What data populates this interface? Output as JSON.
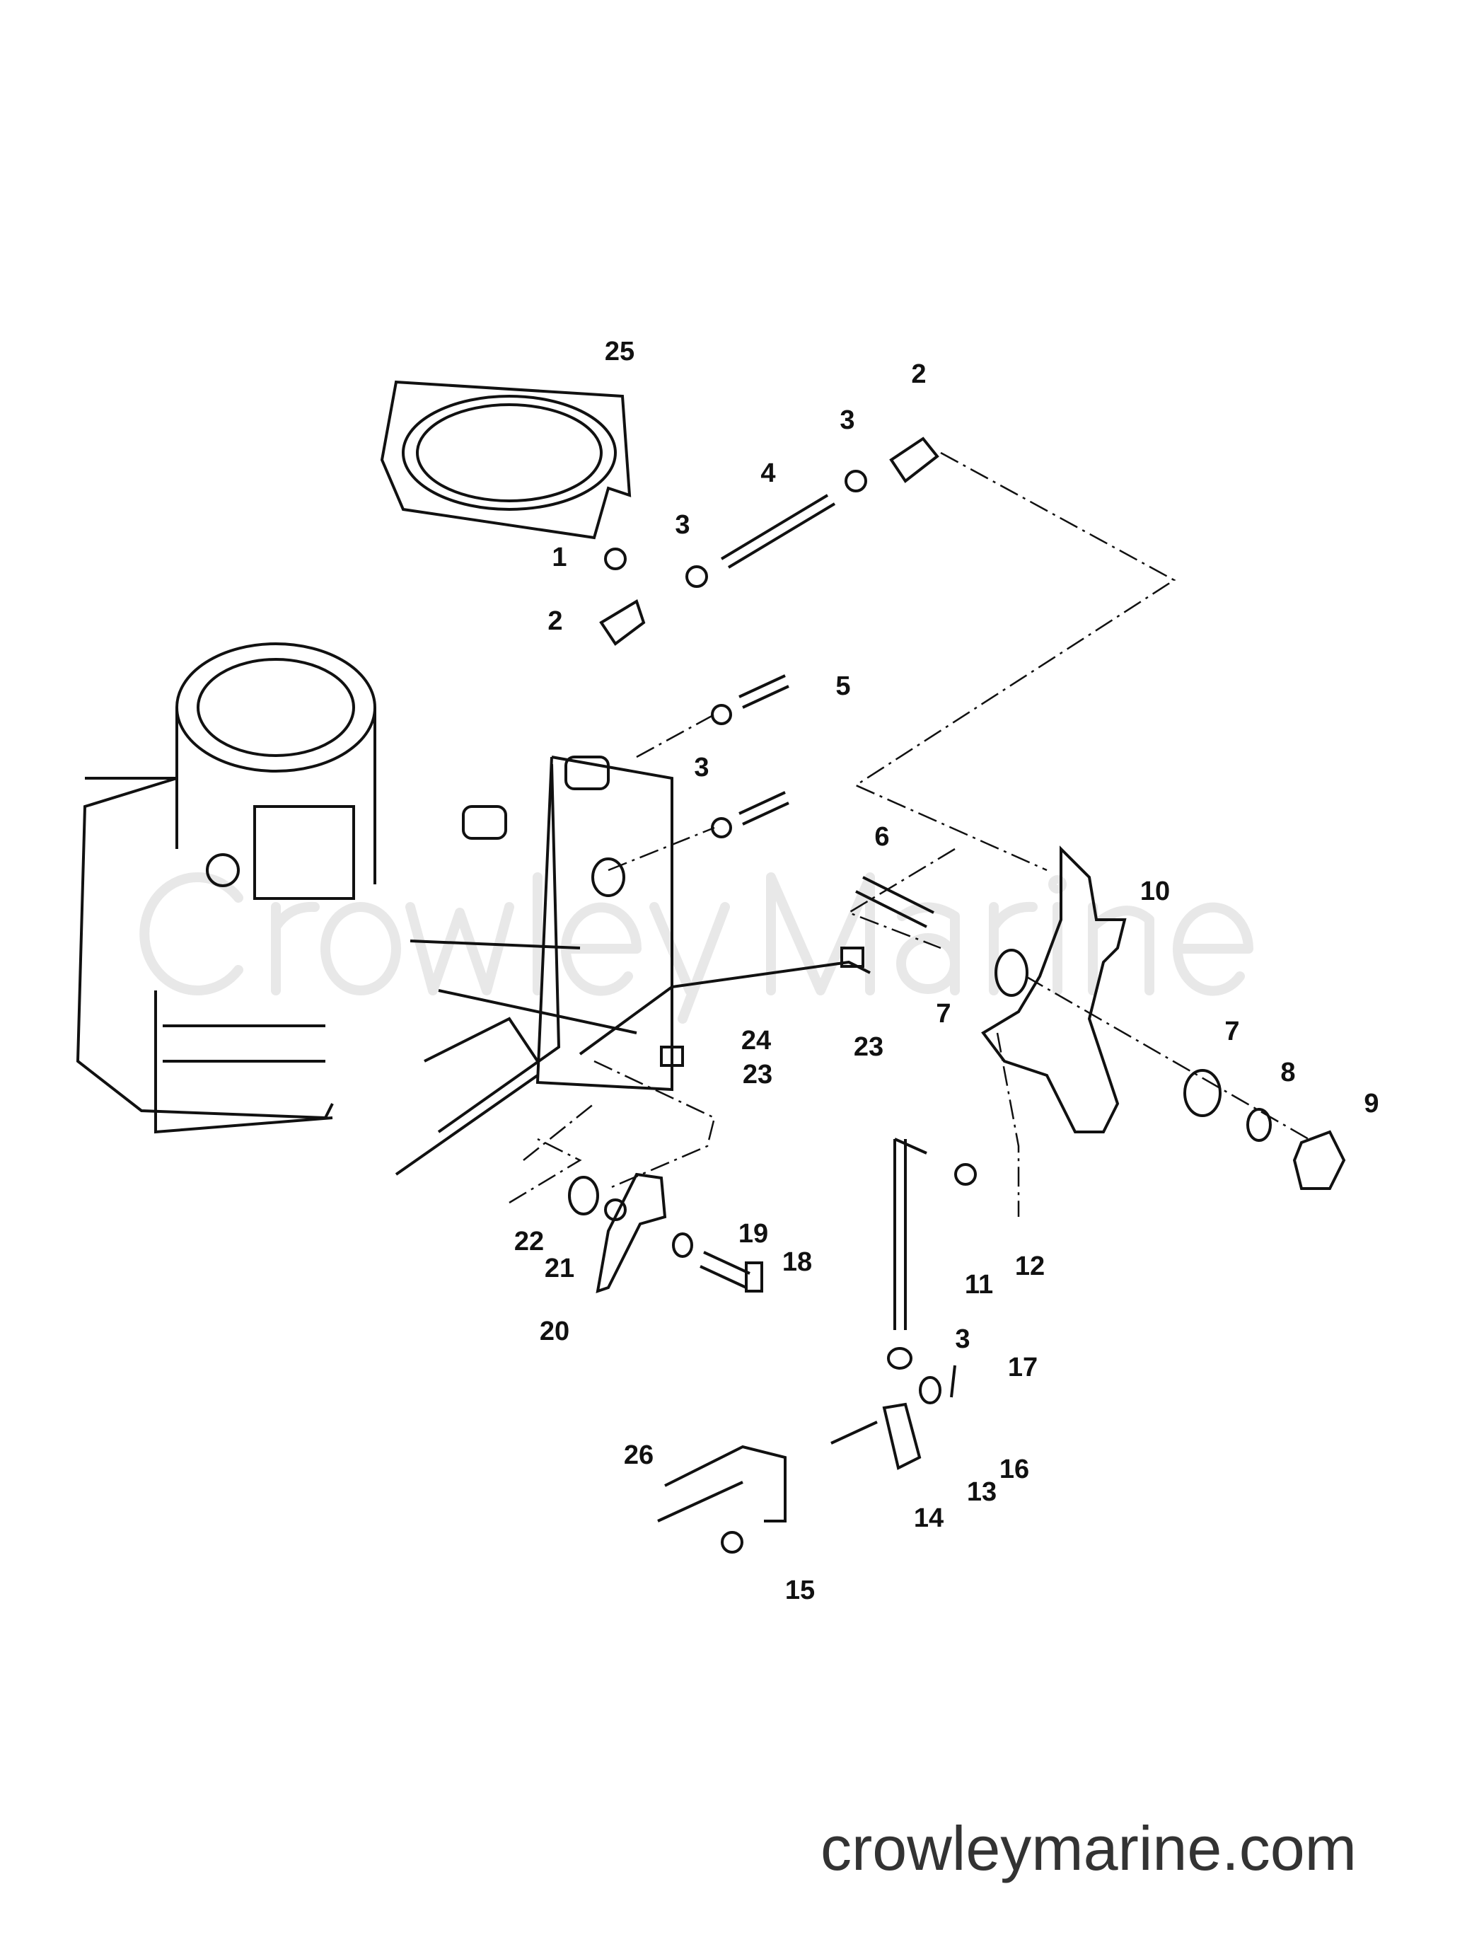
{
  "diagram": {
    "watermark": "Crowley Marine",
    "website": "crowleymarine.com",
    "callouts": [
      "25",
      "2",
      "3",
      "4",
      "3",
      "1",
      "2",
      "5",
      "3",
      "6",
      "10",
      "7",
      "23",
      "24",
      "23",
      "7",
      "8",
      "9",
      "22",
      "21",
      "19",
      "18",
      "20",
      "11",
      "12",
      "3",
      "17",
      "16",
      "13",
      "14",
      "26",
      "15"
    ]
  }
}
